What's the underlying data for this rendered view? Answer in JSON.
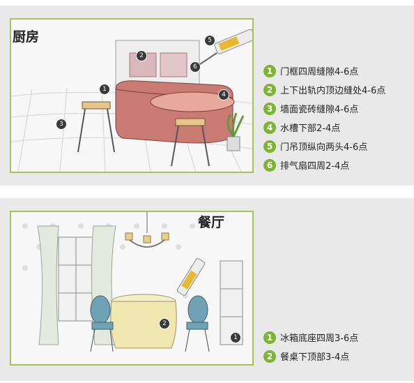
{
  "kitchen": {
    "title": "厨房",
    "markers": [
      "1",
      "2",
      "3",
      "4",
      "5",
      "6"
    ],
    "items": [
      {
        "num": "1",
        "text": "门框四周缝隙4-6点"
      },
      {
        "num": "2",
        "text": "上下出轨内顶边缝处4-6点"
      },
      {
        "num": "3",
        "text": "墙面瓷砖缝隙4-6点"
      },
      {
        "num": "4",
        "text": "水槽下部2-4点"
      },
      {
        "num": "5",
        "text": "门吊顶纵向两头4-6点"
      },
      {
        "num": "6",
        "text": "排气扇四周2-4点"
      }
    ]
  },
  "dining": {
    "title": "餐厅",
    "markers": [
      "1",
      "2"
    ],
    "items": [
      {
        "num": "1",
        "text": "冰箱底座四周3-6点"
      },
      {
        "num": "2",
        "text": "餐桌下顶部3-4点"
      }
    ]
  },
  "colors": {
    "accent": "#7bb531",
    "frame_border": "#a5c25a",
    "panel_bg": "#e9e9e9"
  }
}
